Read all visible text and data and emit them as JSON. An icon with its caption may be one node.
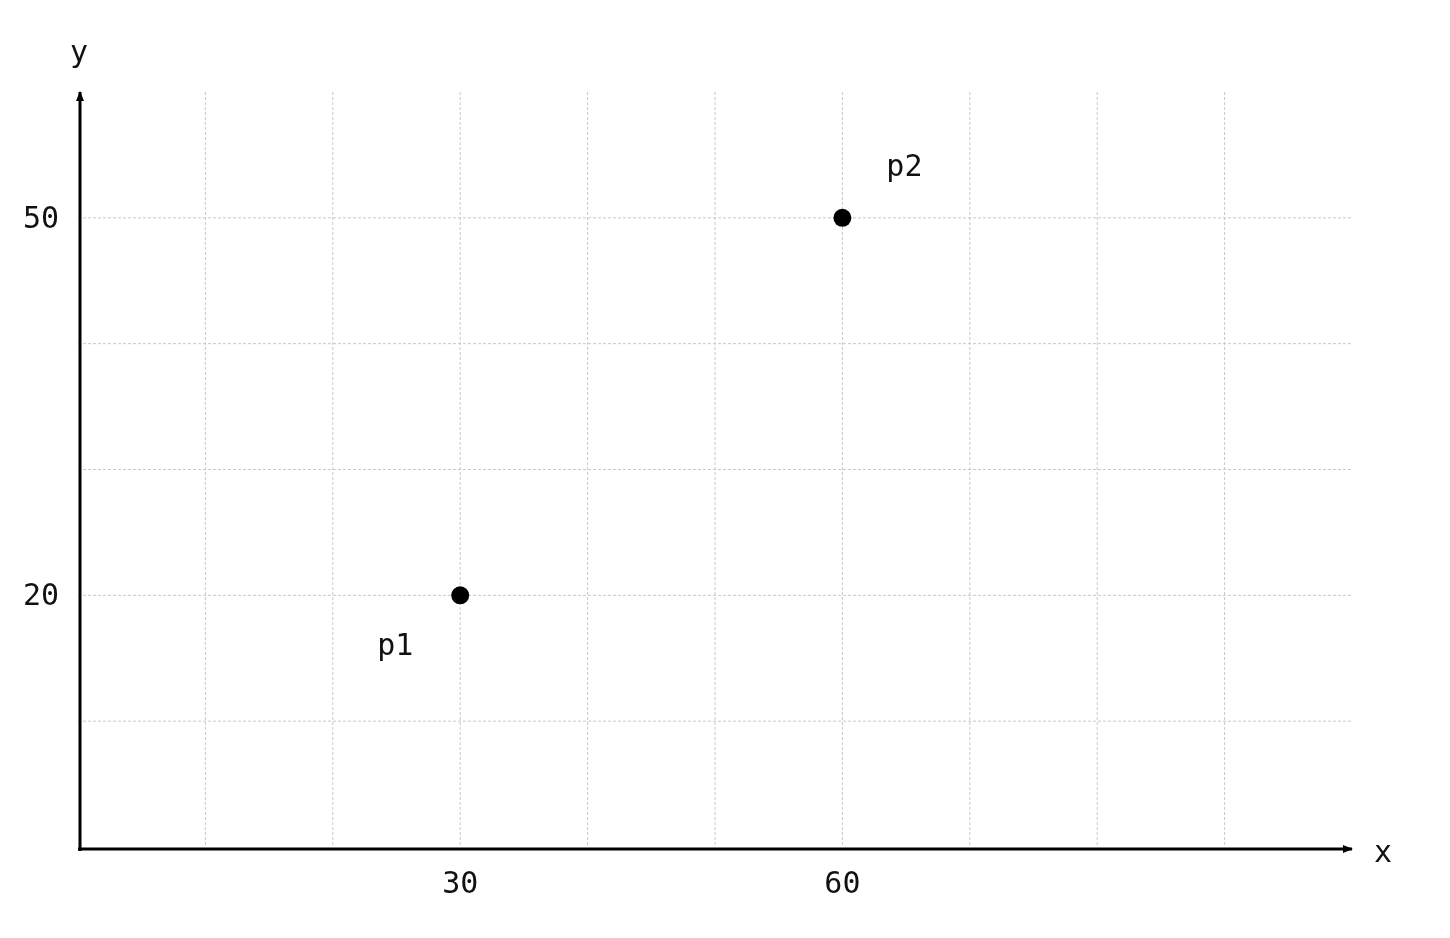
{
  "diagram": {
    "chart_data": {
      "type": "scatter",
      "xlabel": "x",
      "ylabel": "y",
      "x": [
        30,
        60
      ],
      "series": [
        {
          "color": "#000000",
          "values": [
            20,
            50
          ]
        }
      ],
      "xlim": [
        0,
        100
      ],
      "ylim": [
        0,
        60
      ],
      "xticks": [
        30,
        60
      ],
      "yticks": [
        20,
        50
      ],
      "grid": true,
      "annotations": [
        {
          "text": "p1",
          "x": 30,
          "y": 20
        },
        {
          "text": "p2",
          "x": 60,
          "y": 50
        }
      ]
    }
  }
}
